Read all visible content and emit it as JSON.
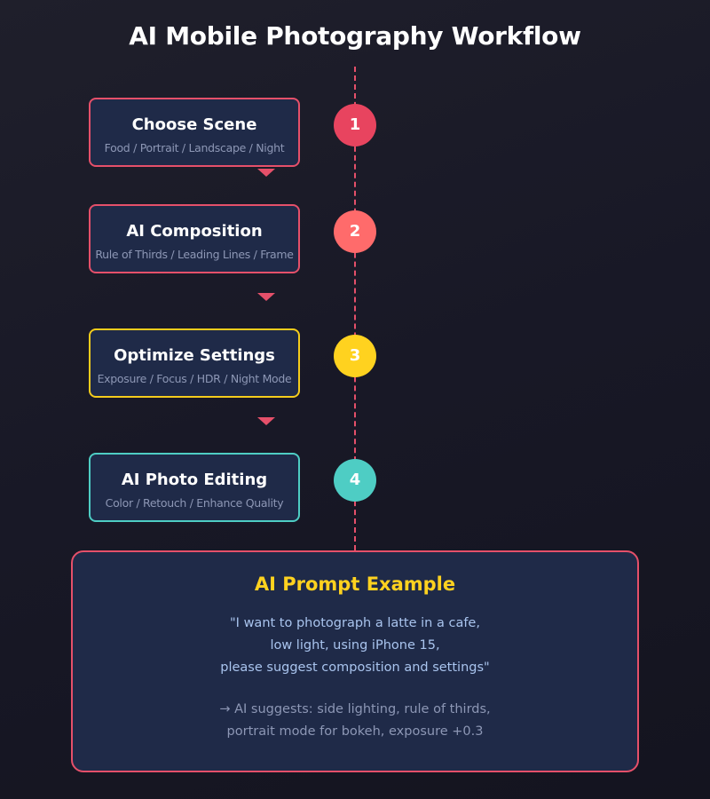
{
  "title": "AI Mobile Photography Workflow",
  "steps": [
    {
      "number": "1",
      "title": "Choose Scene",
      "subtitle": "Food / Portrait / Landscape / Night",
      "border_color": "#e5506a",
      "badge_color": "#e8445f"
    },
    {
      "number": "2",
      "title": "AI Composition",
      "subtitle": "Rule of Thirds / Leading Lines / Frame",
      "border_color": "#e5506a",
      "badge_color": "#ff6b6b"
    },
    {
      "number": "3",
      "title": "Optimize Settings",
      "subtitle": "Exposure / Focus / HDR / Night Mode",
      "border_color": "#f4cc1c",
      "badge_color": "#ffd21f"
    },
    {
      "number": "4",
      "title": "AI Photo Editing",
      "subtitle": "Color / Retouch / Enhance Quality",
      "border_color": "#4ecdc4",
      "badge_color": "#4ecdc4"
    }
  ],
  "prompt": {
    "title": "AI Prompt Example",
    "quote_lines": [
      "\"I want to photograph a latte in a cafe,",
      "low light, using iPhone 15,",
      "please suggest composition and settings\""
    ],
    "answer_lines": [
      "→ AI suggests: side lighting, rule of thirds,",
      "portrait mode for bokeh, exposure +0.3"
    ]
  },
  "colors": {
    "accent": "#e5506a",
    "highlight": "#ffd21f",
    "card_background": "#1f2a48"
  }
}
